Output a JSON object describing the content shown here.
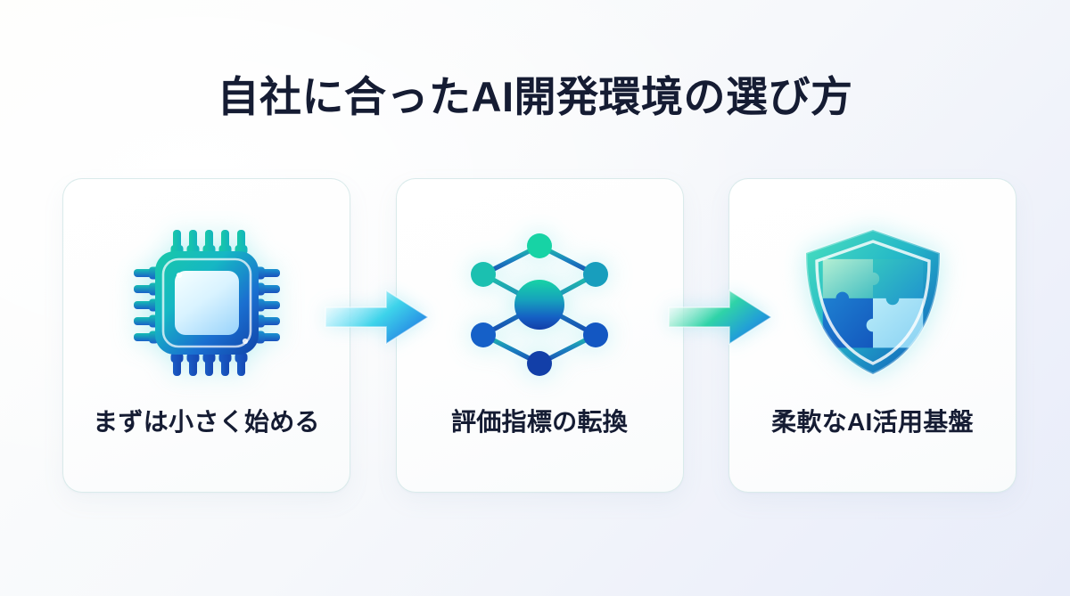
{
  "slide": {
    "title": "自社に合ったAI開発環境の選び方",
    "background_from": "#fdfdfb",
    "background_to": "#e8ecf9",
    "title_color": "#151c33"
  },
  "palette": {
    "teal": "#18c8a8",
    "cyan": "#29c9d8",
    "blue": "#1a5fc8",
    "deep_blue": "#0f3f9e",
    "card_bg": "#ffffff",
    "card_border": "#cde4e4"
  },
  "cards": [
    {
      "icon": "cpu-chip-icon",
      "label": "まずは小さく始める",
      "gradient_from": "#18c8a8",
      "gradient_to": "#1250b4"
    },
    {
      "icon": "neural-network-icon",
      "label": "評価指標の転換",
      "gradient_from": "#17d3a5",
      "gradient_to": "#123fa8"
    },
    {
      "icon": "shield-puzzle-icon",
      "label": "柔軟なAI活用基盤",
      "gradient_from": "#35d6b4",
      "gradient_to": "#1256bb"
    }
  ],
  "arrows": [
    {
      "name": "arrow-right-icon-1",
      "gradient_from": "#bdf2fb",
      "gradient_to": "#2f6fe0"
    },
    {
      "name": "arrow-right-icon-2",
      "gradient_from": "#8fe8cf",
      "gradient_to": "#2276d8"
    }
  ]
}
